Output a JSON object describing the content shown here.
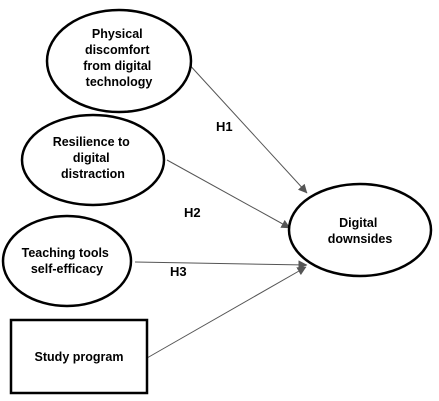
{
  "diagram": {
    "nodes": {
      "physical": {
        "shape": "ellipse",
        "lines": [
          "Physical",
          "discomfort",
          "from digital",
          "technology"
        ]
      },
      "resilience": {
        "shape": "ellipse",
        "lines": [
          "Resilience to",
          "digital",
          "distraction"
        ]
      },
      "teaching": {
        "shape": "ellipse",
        "lines": [
          "Teaching tools",
          "self-efficacy"
        ]
      },
      "study": {
        "shape": "rectangle",
        "lines": [
          "Study program"
        ]
      },
      "downsides": {
        "shape": "ellipse",
        "lines": [
          "Digital",
          "downsides"
        ]
      }
    },
    "edges": [
      {
        "from": "physical",
        "to": "downsides",
        "label": "H1"
      },
      {
        "from": "resilience",
        "to": "downsides",
        "label": "H2"
      },
      {
        "from": "teaching",
        "to": "downsides",
        "label": "H3"
      },
      {
        "from": "study",
        "to": "downsides",
        "label": ""
      }
    ],
    "colors": {
      "node_border": "#000000",
      "node_fill": "#ffffff",
      "arrow": "#555555",
      "text": "#000000"
    }
  }
}
